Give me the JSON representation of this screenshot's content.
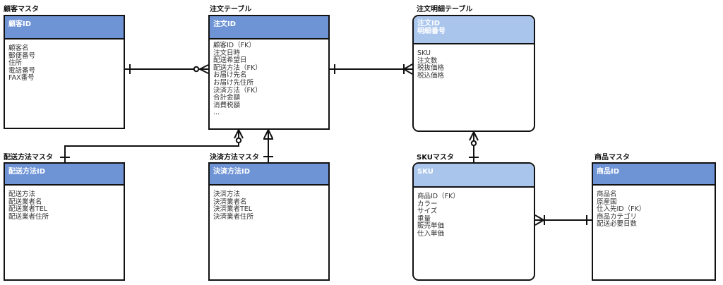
{
  "entities": {
    "customer": {
      "title": "顧客マスタ",
      "pk": "顧客ID",
      "attrs": [
        "顧客名",
        "郵便番号",
        "住所",
        "電話番号",
        "FAX番号"
      ]
    },
    "order": {
      "title": "注文テーブル",
      "pk": "注文ID",
      "attrs": [
        "顧客ID（FK）",
        "注文日時",
        "配送希望日",
        "配送方法（FK）",
        "お届け先名",
        "お届け先住所",
        "決済方法（FK）",
        "合計金額",
        "消費税額",
        "..."
      ]
    },
    "order_detail": {
      "title": "注文明細テーブル",
      "pk1": "注文ID",
      "pk2": "明細番号",
      "attrs": [
        "SKU",
        "注文数",
        "税抜価格",
        "税込価格"
      ]
    },
    "delivery": {
      "title": "配送方法マスタ",
      "pk": "配送方法ID",
      "attrs": [
        "配送方法",
        "配送業者名",
        "配送業者TEL",
        "配送業者住所"
      ]
    },
    "payment": {
      "title": "決済方法マスタ",
      "pk": "決済方法ID",
      "attrs": [
        "決済方法",
        "決済業者名",
        "決済業者TEL",
        "決済業者住所"
      ]
    },
    "sku": {
      "title": "SKUマスタ",
      "pk": "SKU",
      "attrs": [
        "商品ID（FK）",
        "カラー",
        "サイズ",
        "重量",
        "販売単価",
        "仕入単価"
      ]
    },
    "product": {
      "title": "商品マスタ",
      "pk": "商品ID",
      "attrs": [
        "商品名",
        "原産国",
        "仕入先ID（FK）",
        "商品カテゴリ",
        "配送必要日数"
      ]
    }
  },
  "colors": {
    "header_dark": "#6f94d6",
    "header_light": "#a9c5ec",
    "line": "#111111"
  }
}
